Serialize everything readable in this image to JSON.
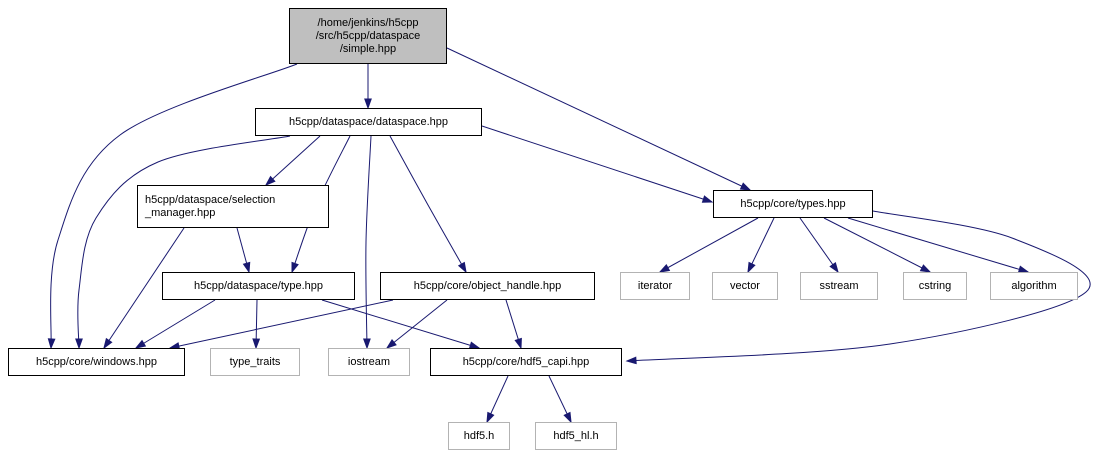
{
  "graph": {
    "edge_color": "#191970",
    "root_fill": "#bfbfbf",
    "project_border_color": "#000000",
    "system_border_color": "#b3b3b3",
    "nodes": [
      {
        "id": "simple",
        "kind": "root",
        "lines": [
          "/home/jenkins/h5cpp",
          "/src/h5cpp/dataspace",
          "/simple.hpp"
        ]
      },
      {
        "id": "dataspace",
        "kind": "project",
        "lines": [
          "h5cpp/dataspace/dataspace.hpp"
        ]
      },
      {
        "id": "selection_manager",
        "kind": "project",
        "lines": [
          "h5cpp/dataspace/selection",
          "_manager.hpp"
        ]
      },
      {
        "id": "types",
        "kind": "project",
        "lines": [
          "h5cpp/core/types.hpp"
        ]
      },
      {
        "id": "dtype",
        "kind": "project",
        "lines": [
          "h5cpp/dataspace/type.hpp"
        ]
      },
      {
        "id": "object_handle",
        "kind": "project",
        "lines": [
          "h5cpp/core/object_handle.hpp"
        ]
      },
      {
        "id": "iterator",
        "kind": "system",
        "lines": [
          "iterator"
        ]
      },
      {
        "id": "vector",
        "kind": "system",
        "lines": [
          "vector"
        ]
      },
      {
        "id": "sstream",
        "kind": "system",
        "lines": [
          "sstream"
        ]
      },
      {
        "id": "cstring",
        "kind": "system",
        "lines": [
          "cstring"
        ]
      },
      {
        "id": "algorithm",
        "kind": "system",
        "lines": [
          "algorithm"
        ]
      },
      {
        "id": "windows",
        "kind": "project",
        "lines": [
          "h5cpp/core/windows.hpp"
        ]
      },
      {
        "id": "type_traits",
        "kind": "system",
        "lines": [
          "type_traits"
        ]
      },
      {
        "id": "iostream",
        "kind": "system",
        "lines": [
          "iostream"
        ]
      },
      {
        "id": "hdf5_capi",
        "kind": "project",
        "lines": [
          "h5cpp/core/hdf5_capi.hpp"
        ]
      },
      {
        "id": "hdf5_h",
        "kind": "system",
        "lines": [
          "hdf5.h"
        ]
      },
      {
        "id": "hdf5_hl_h",
        "kind": "system",
        "lines": [
          "hdf5_hl.h"
        ]
      }
    ],
    "edges": [
      {
        "from": "simple",
        "to": "dataspace"
      },
      {
        "from": "simple",
        "to": "windows"
      },
      {
        "from": "simple",
        "to": "types"
      },
      {
        "from": "dataspace",
        "to": "selection_manager"
      },
      {
        "from": "dataspace",
        "to": "dtype"
      },
      {
        "from": "dataspace",
        "to": "object_handle"
      },
      {
        "from": "dataspace",
        "to": "types"
      },
      {
        "from": "dataspace",
        "to": "windows"
      },
      {
        "from": "dataspace",
        "to": "iostream"
      },
      {
        "from": "selection_manager",
        "to": "dtype"
      },
      {
        "from": "selection_manager",
        "to": "windows"
      },
      {
        "from": "dtype",
        "to": "windows"
      },
      {
        "from": "dtype",
        "to": "type_traits"
      },
      {
        "from": "dtype",
        "to": "hdf5_capi"
      },
      {
        "from": "object_handle",
        "to": "iostream"
      },
      {
        "from": "object_handle",
        "to": "hdf5_capi"
      },
      {
        "from": "object_handle",
        "to": "windows"
      },
      {
        "from": "types",
        "to": "iterator"
      },
      {
        "from": "types",
        "to": "vector"
      },
      {
        "from": "types",
        "to": "sstream"
      },
      {
        "from": "types",
        "to": "cstring"
      },
      {
        "from": "types",
        "to": "algorithm"
      },
      {
        "from": "types",
        "to": "hdf5_capi"
      },
      {
        "from": "hdf5_capi",
        "to": "hdf5_h"
      },
      {
        "from": "hdf5_capi",
        "to": "hdf5_hl_h"
      }
    ]
  }
}
